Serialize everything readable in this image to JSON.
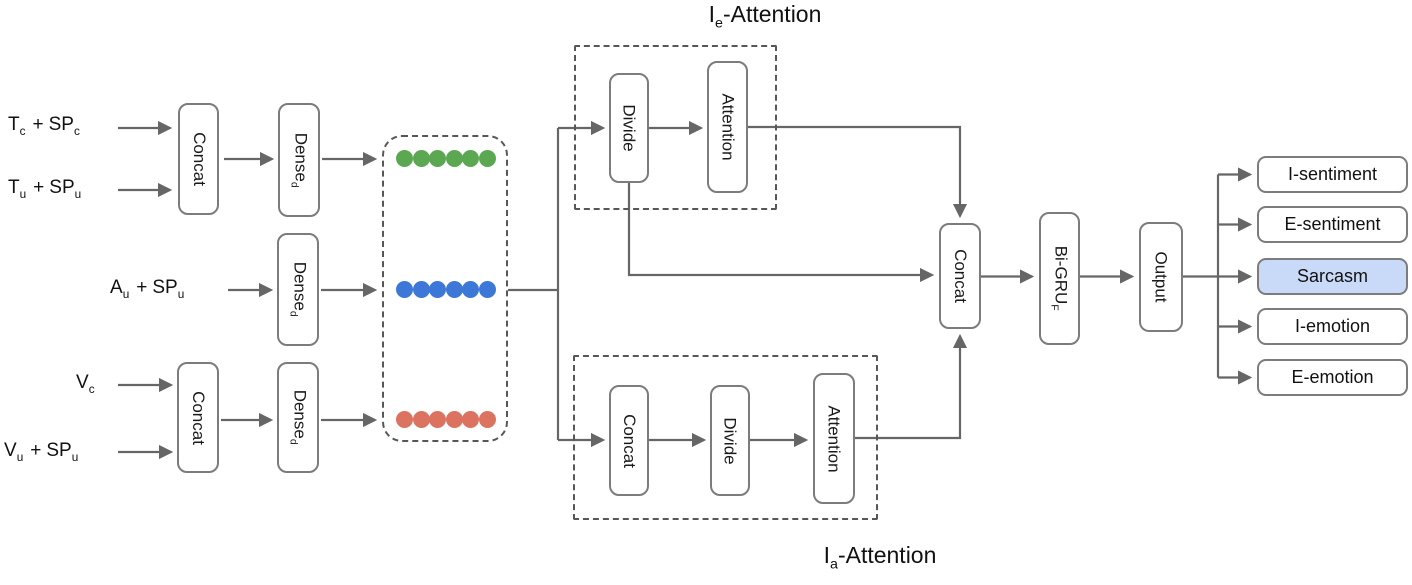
{
  "diagram": {
    "inputs": [
      {
        "b1": "T",
        "s1": "c",
        "op": "+",
        "b2": "SP",
        "s2": "c"
      },
      {
        "b1": "T",
        "s1": "u",
        "op": "+",
        "b2": "SP",
        "s2": "u"
      },
      {
        "b1": "A",
        "s1": "u",
        "op": "+",
        "b2": "SP",
        "s2": "u"
      },
      {
        "b1": "V",
        "s1": "c",
        "op": "",
        "b2": "",
        "s2": ""
      },
      {
        "b1": "V",
        "s1": "u",
        "op": "+",
        "b2": "SP",
        "s2": "u"
      }
    ],
    "blocks": {
      "text_concat": "Concat",
      "text_dense": {
        "base": "Dense",
        "sub": "d"
      },
      "audio_dense": {
        "base": "Dense",
        "sub": "d"
      },
      "video_concat": "Concat",
      "video_dense": {
        "base": "Dense",
        "sub": "d"
      },
      "ie": {
        "divide": "Divide",
        "attention": "Attention"
      },
      "ia": {
        "concat": "Concat",
        "divide": "Divide",
        "attention": "Attention"
      },
      "fusion_concat": "Concat",
      "bigru": {
        "base": "Bi-GRU",
        "sub": "F"
      },
      "output": "Output"
    },
    "ie_title": {
      "base": "I",
      "sub": "e",
      "rest": "-Attention"
    },
    "ia_title": {
      "base": "I",
      "sub": "a",
      "rest": "-Attention"
    },
    "outputs": [
      {
        "label": "I-sentiment"
      },
      {
        "label": "E-sentiment"
      },
      {
        "label": "Sarcasm",
        "fill": "#C9DAF8"
      },
      {
        "label": "I-emotion"
      },
      {
        "label": "E-emotion"
      }
    ],
    "colors": {
      "green": "#5CA852",
      "blue": "#3D78D8",
      "red": "#DC7361",
      "sarcasm_fill": "#C9DAF8",
      "line": "#666666",
      "border": "#7C7C7C"
    }
  }
}
